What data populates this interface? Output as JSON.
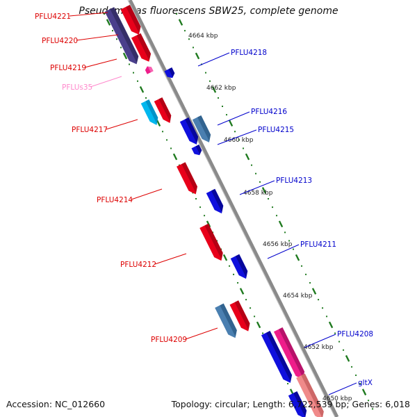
{
  "title": "Pseudomonas fluorescens SBW25, complete genome",
  "footer": {
    "accession": "Accession: NC_012660",
    "topology": "Topology: circular; Length: 6,722,539 bp; Genes: 6,018"
  },
  "colors": {
    "backbone": "#8a8a8a",
    "tick": "#1f7a1f",
    "forward_label": "#dd0000",
    "reverse_label": "#0000cc",
    "rna_label": "#ff88cc",
    "red_gene": "#e8001a",
    "dark_purple_gene": "#4a3f8c",
    "cyan_gene": "#00b7ee",
    "blue_gene": "#1010dd",
    "steel_gene": "#4a7fb0",
    "magenta_gene": "#ee1d8a",
    "salmon_gene": "#f08a8a"
  },
  "scale_labels": [
    "4664 kbp",
    "4662 kbp",
    "4660 kbp",
    "4658 kbp",
    "4656 kbp",
    "4654 kbp",
    "4652 kbp",
    "4650 kbp"
  ],
  "left_labels": [
    {
      "text": "PFLU4221",
      "color": "forward_label"
    },
    {
      "text": "PFLU4220",
      "color": "forward_label"
    },
    {
      "text": "PFLU4219",
      "color": "forward_label"
    },
    {
      "text": "PFLUs35",
      "color": "rna_label"
    },
    {
      "text": "PFLU4217",
      "color": "forward_label"
    },
    {
      "text": "PFLU4214",
      "color": "forward_label"
    },
    {
      "text": "PFLU4212",
      "color": "forward_label"
    },
    {
      "text": "PFLU4209",
      "color": "forward_label"
    }
  ],
  "right_labels": [
    {
      "text": "PFLU4218",
      "color": "reverse_label"
    },
    {
      "text": "PFLU4216",
      "color": "reverse_label"
    },
    {
      "text": "PFLU4215",
      "color": "reverse_label"
    },
    {
      "text": "PFLU4213",
      "color": "reverse_label"
    },
    {
      "text": "PFLU4211",
      "color": "reverse_label"
    },
    {
      "text": "PFLU4208",
      "color": "reverse_label"
    },
    {
      "text": "gltX",
      "color": "reverse_label"
    }
  ]
}
